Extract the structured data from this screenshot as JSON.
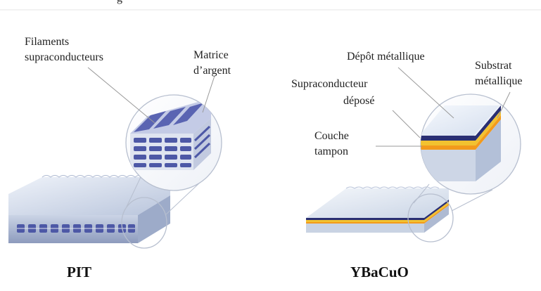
{
  "top_text": "g",
  "left_panel": {
    "labels": {
      "filaments_line1": "Filaments",
      "filaments_line2": "supraconducteurs",
      "matrice_line1": "Matrice",
      "matrice_line2": "d’argent"
    },
    "caption": "PIT"
  },
  "right_panel": {
    "labels": {
      "depot": "Dépôt métallique",
      "substrat_line1": "Substrat",
      "substrat_line2": "métallique",
      "supra_line1": "Supraconducteur",
      "supra_line2": "déposé",
      "couche_line1": "Couche",
      "couche_line2": "tampon"
    },
    "caption": "YBaCuO"
  },
  "colors": {
    "tape_light": "#eef2f8",
    "tape_mid": "#c7d1e3",
    "tape_dark": "#8f9fbf",
    "filament": "#4d58a6",
    "silver_matrix": "#dfe4f0",
    "metal_deposit": "#2a2f73",
    "superconductor": "#f2c230",
    "buffer": "#f39a1c",
    "substrate": "#c9d3e3"
  }
}
